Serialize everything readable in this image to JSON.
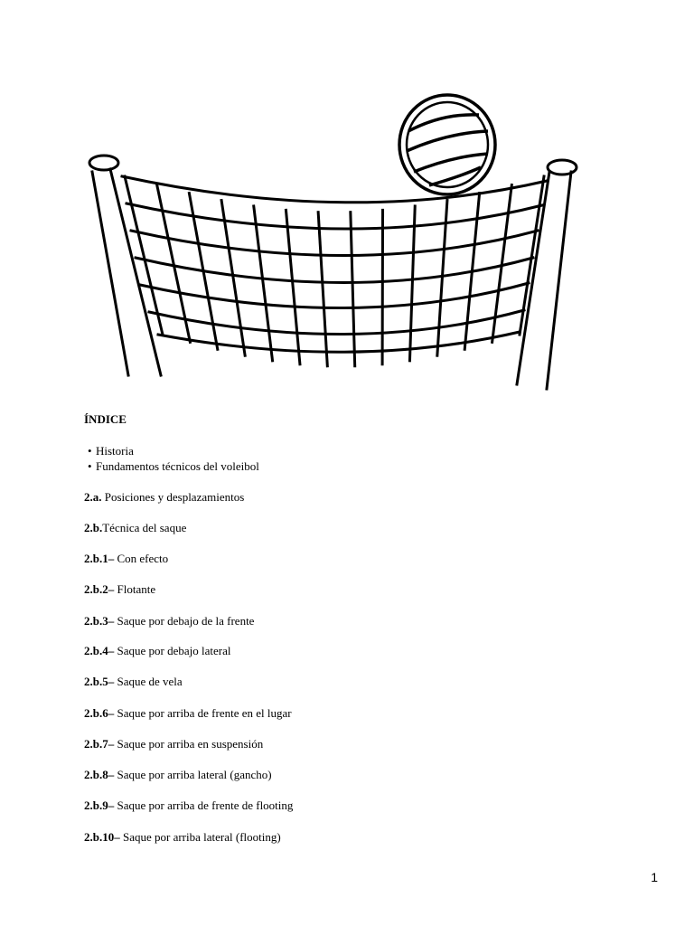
{
  "document": {
    "heading": "ÍNDICE",
    "bullets": [
      "Historia",
      "Fundamentos técnicos del voleibol"
    ],
    "entries": [
      {
        "num": "2.a.",
        "text": " Posiciones y desplazamientos"
      },
      {
        "num": "2.b.",
        "text": "Técnica del saque"
      },
      {
        "num": "2.b.1–",
        "text": " Con efecto"
      },
      {
        "num": "2.b.2–",
        "text": " Flotante"
      },
      {
        "num": "2.b.3–",
        "text": " Saque por debajo de la frente"
      },
      {
        "num": "2.b.4–",
        "text": " Saque por debajo lateral"
      },
      {
        "num": "2.b.5–",
        "text": " Saque de vela"
      },
      {
        "num": "2.b.6–",
        "text": " Saque por arriba de frente en el lugar"
      },
      {
        "num": "2.b.7–",
        "text": " Saque por arriba en suspensión"
      },
      {
        "num": "2.b.8–",
        "text": " Saque por arriba lateral (gancho)"
      },
      {
        "num": "2.b.9–",
        "text": " Saque por arriba de frente de flooting"
      },
      {
        "num": "2.b.10–",
        "text": " Saque por arriba lateral (flooting)"
      }
    ],
    "page_number": "1"
  },
  "illustration": {
    "icon": "volleyball-net-icon",
    "ball_icon": "volleyball-icon"
  }
}
